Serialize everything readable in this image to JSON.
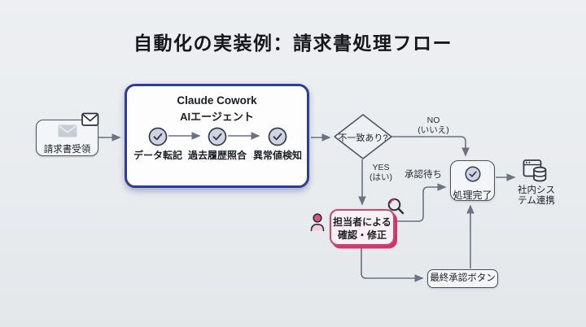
{
  "slide": {
    "title": "自動化の実装例：請求書処理フロー"
  },
  "flow": {
    "invoice": {
      "label": "請求書受領",
      "icon": "envelope-icon",
      "badge_icon": "mail-badge-icon"
    },
    "agent": {
      "title": "Claude Cowork",
      "subtitle": "AIエージェント",
      "steps": [
        {
          "label": "データ転記",
          "icon": "check-circle-icon"
        },
        {
          "label": "過去履歴照合",
          "icon": "check-circle-icon"
        },
        {
          "label": "異常値検知",
          "icon": "check-circle-icon"
        }
      ]
    },
    "decision": {
      "label": "不一致あり?"
    },
    "edges": {
      "no": {
        "line1": "NO",
        "line2": "(いいえ)"
      },
      "yes": {
        "line1": "YES",
        "line2": "(はい)"
      },
      "approval_wait": {
        "label": "承認待ち"
      }
    },
    "review": {
      "line1": "担当者による",
      "line2": "確認・修正",
      "icons": [
        "person-icon",
        "magnifier-icon"
      ]
    },
    "complete": {
      "label": "処理完了",
      "icon": "check-circle-icon"
    },
    "system": {
      "line1": "社内シス",
      "line2": "テム連携",
      "icon": "browser-database-icon"
    },
    "final_approval": {
      "label": "最終承認ボタン"
    }
  },
  "colors": {
    "background": "#e9ecef",
    "agent_border_blue": "#2e3d96",
    "accent_pink": "#d23369",
    "node_border_gray": "#4d535f",
    "arrow_gray": "#6b7280",
    "check_fill": "#cfd4e4",
    "text_dark": "#1c1f26"
  }
}
